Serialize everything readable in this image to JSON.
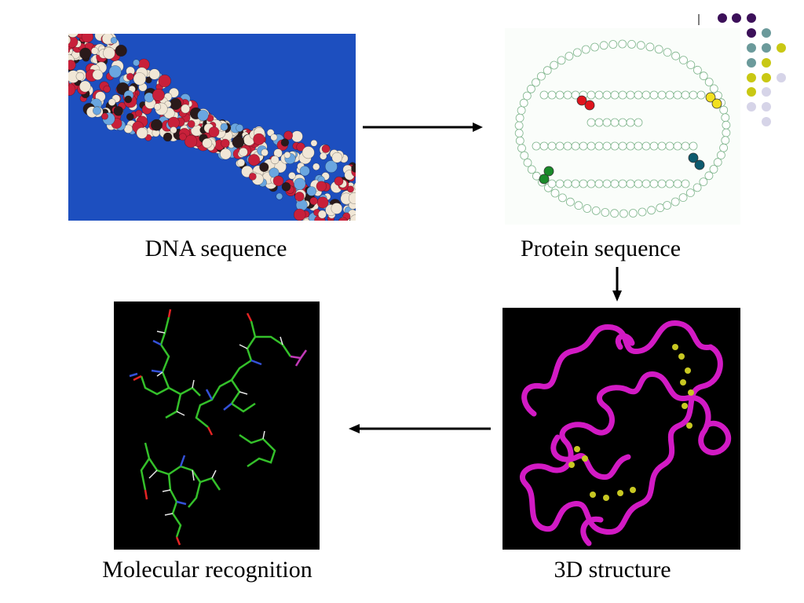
{
  "captions": {
    "dna": "DNA sequence",
    "protein": "Protein sequence",
    "structure": "3D structure",
    "recognition": "Molecular recognition"
  },
  "colors": {
    "dna_background": "#1d4fbf",
    "protein_background": "#ffffff",
    "structure_background": "#000000",
    "recognition_background": "#000000",
    "ribbon": "#d21ac4",
    "disulfide": "#c8c822",
    "dot_purple": "#3c1059",
    "dot_teal": "#6b9a9b",
    "dot_yellow": "#c9c814",
    "dot_lavender": "#d6d4e8",
    "arrow": "#000000"
  },
  "icons": {
    "dna_image": "dna-double-helix-model",
    "protein_image": "protein-sequence-bead-diagram",
    "structure_image": "protein-ribbon-structure",
    "recognition_image": "ligand-stick-model"
  }
}
